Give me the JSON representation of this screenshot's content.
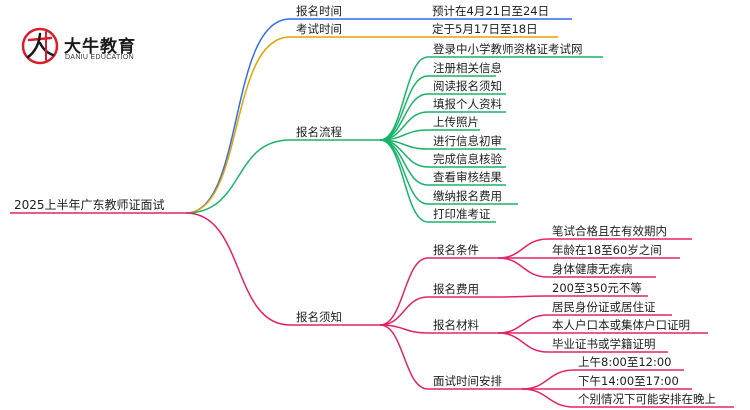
{
  "logo": {
    "name": "大牛教育",
    "subtitle": "DANIU EDUCATION",
    "mark_text": "大牛"
  },
  "colors": {
    "blue": "#2f6fe6",
    "orange": "#e3a400",
    "green": "#19b46a",
    "magenta": "#e3226a",
    "logo_red": "#d81e2a"
  },
  "root": "2025上半年广东教师证面试",
  "branches": {
    "time_apply": {
      "label": "报名时间",
      "value": "预计在4月21日至24日"
    },
    "time_exam": {
      "label": "考试时间",
      "value": "定于5月17日至18日"
    },
    "process": {
      "label": "报名流程",
      "steps": [
        "登录中小学教师资格证考试网",
        "注册相关信息",
        "阅读报名须知",
        "填报个人资料",
        "上传照片",
        "进行信息初审",
        "完成信息核验",
        "查看审核结果",
        "缴纳报名费用",
        "打印准考证"
      ]
    },
    "notice": {
      "label": "报名须知",
      "conditions": {
        "label": "报名条件",
        "items": [
          "笔试合格且在有效期内",
          "年龄在18至60岁之间",
          "身体健康无疾病"
        ]
      },
      "fee": {
        "label": "报名费用",
        "items": [
          "200至350元不等"
        ]
      },
      "materials": {
        "label": "报名材料",
        "items": [
          "居民身份证或居住证",
          "本人户口本或集体户口证明",
          "毕业证书或学籍证明"
        ]
      },
      "schedule": {
        "label": "面试时间安排",
        "items": [
          "上午8:00至12:00",
          "下午14:00至17:00",
          "个别情况下可能安排在晚上"
        ]
      }
    }
  }
}
